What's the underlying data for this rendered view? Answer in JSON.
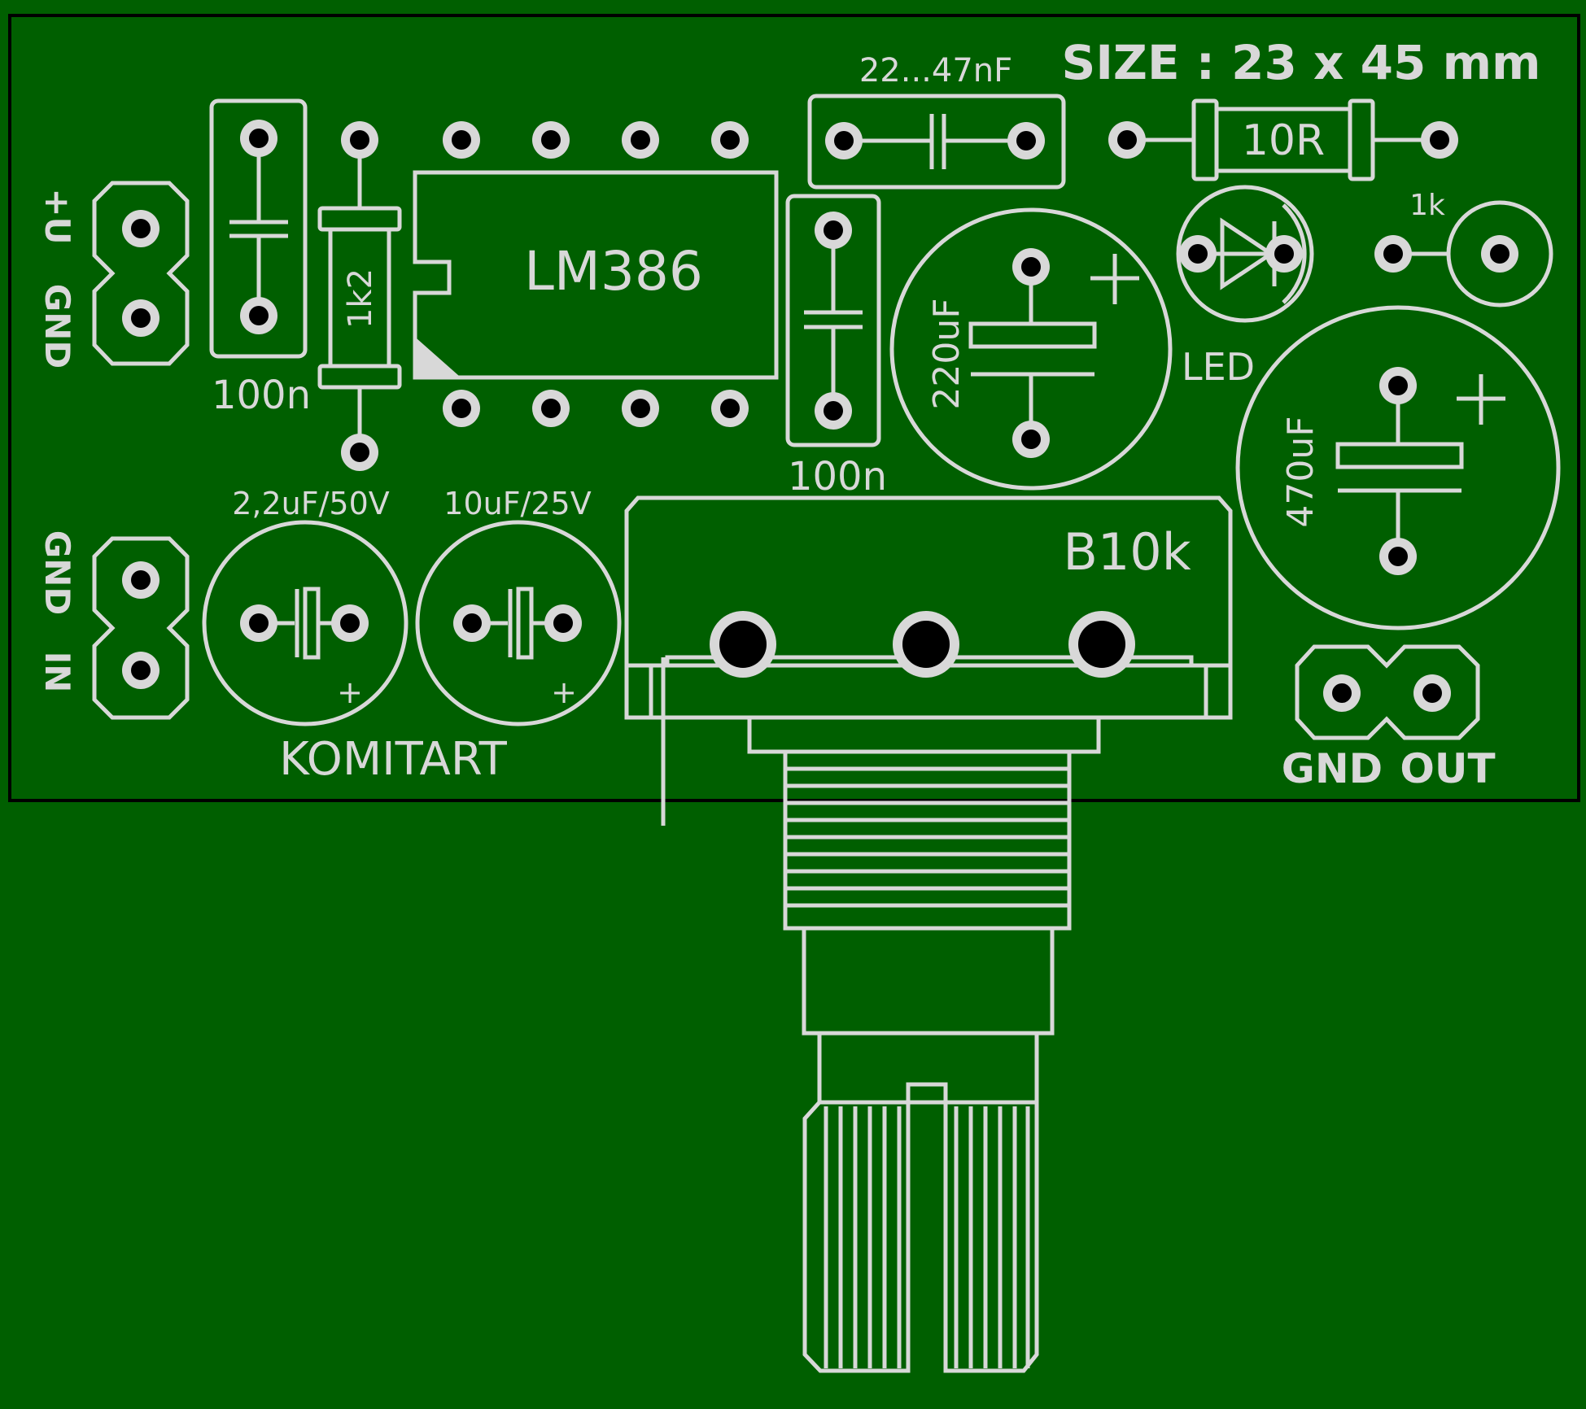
{
  "colors": {
    "board": "#005F00",
    "silkscreen": "#D8D8D8",
    "pad_hole": "#000000",
    "outline": "#000000"
  },
  "labels": {
    "size": "SIZE : 23 x 45 mm",
    "cap_film": "22...47nF",
    "resistor_10r": "10R",
    "resistor_1k": "1k",
    "ic": "LM386",
    "resistor_1k2": "1k2",
    "cap_100n_left": "100n",
    "cap_100n_mid": "100n",
    "cap_220": "220uF",
    "cap_470": "470uF",
    "led": "LED",
    "cap_22": "2,2uF/50V",
    "cap_10": "10uF/25V",
    "pot": "B10k",
    "brand": "KOMITART",
    "power_u": "+U",
    "power_gnd": "GND",
    "in_gnd": "GND",
    "in_in": "IN",
    "out_gnd": "GND",
    "out_out": "OUT",
    "plus": "+"
  }
}
